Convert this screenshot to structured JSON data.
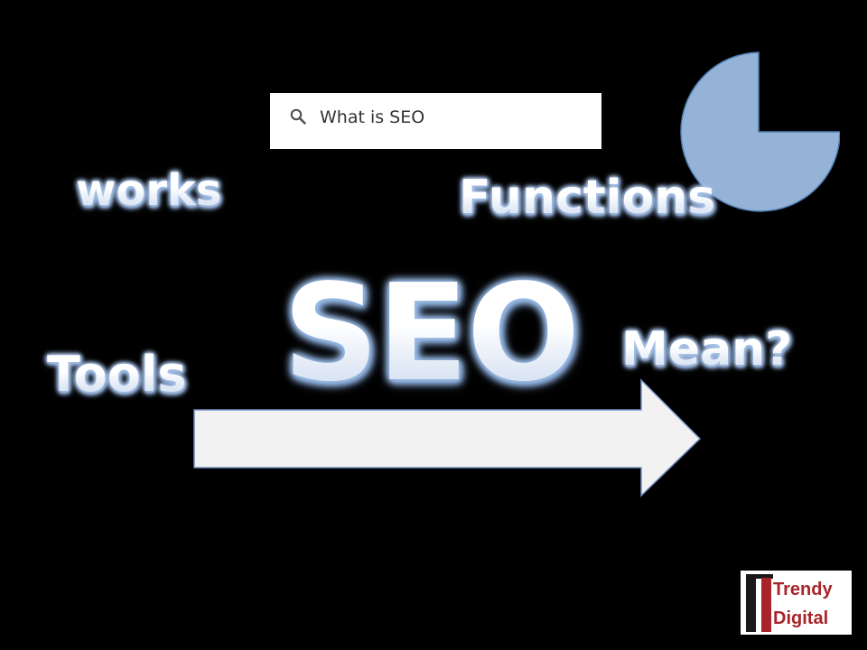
{
  "search": {
    "query": "What is SEO",
    "icon": "search-icon"
  },
  "words": {
    "works": "works",
    "functions": "Functions",
    "tools": "Tools",
    "seo": "SEO",
    "mean": "Mean?"
  },
  "shapes": {
    "pie_color": "#95b3d7",
    "pie_outline": "#4f7fb5",
    "arrow_color": "#f2f2f2",
    "arrow_outline": "#6f8fbf"
  },
  "logo": {
    "line1_initial": "T",
    "line1_rest": "rendy",
    "line2_initial": "D",
    "line2_rest": "igital",
    "brand_color": "#a8242a"
  },
  "colors": {
    "background": "#000000",
    "glow": "#a8c3ea"
  }
}
